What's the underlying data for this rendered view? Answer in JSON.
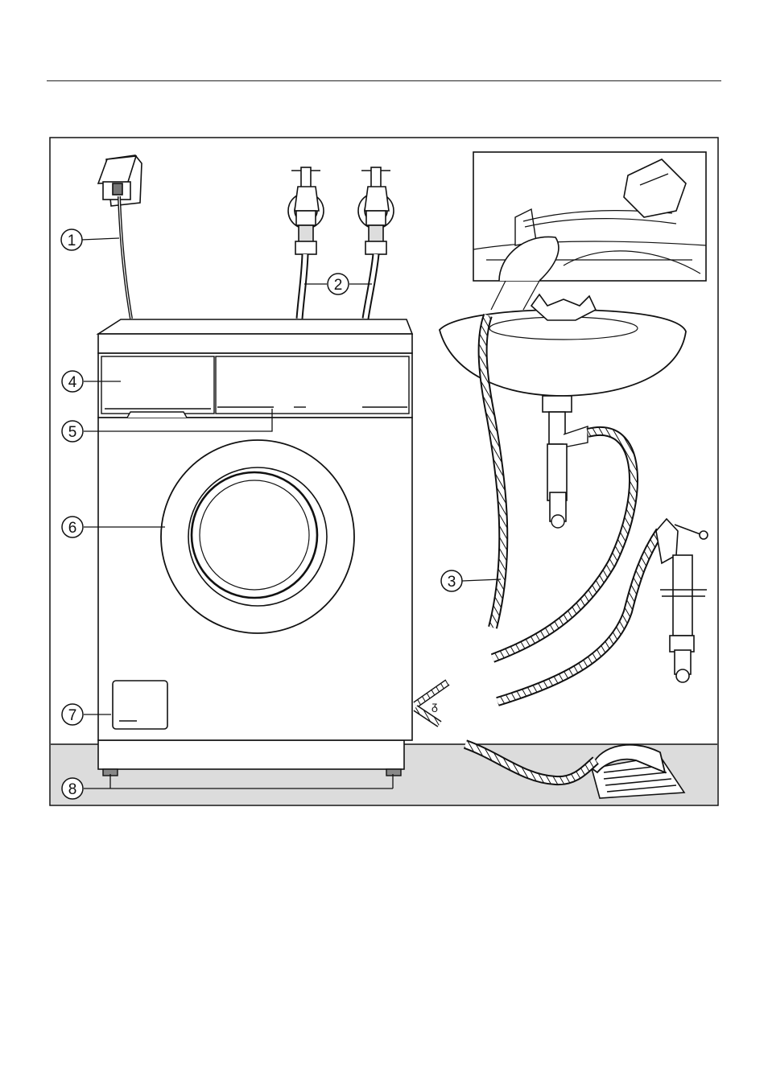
{
  "figure": {
    "callouts": [
      {
        "id": "1",
        "label": "1"
      },
      {
        "id": "2",
        "label": "2"
      },
      {
        "id": "3",
        "label": "3"
      },
      {
        "id": "4",
        "label": "4"
      },
      {
        "id": "5",
        "label": "5"
      },
      {
        "id": "6",
        "label": "6"
      },
      {
        "id": "7",
        "label": "7"
      },
      {
        "id": "8",
        "label": "8"
      }
    ]
  },
  "colors": {
    "line": "#111111",
    "floor": "#dcdcdc",
    "background": "#ffffff"
  }
}
